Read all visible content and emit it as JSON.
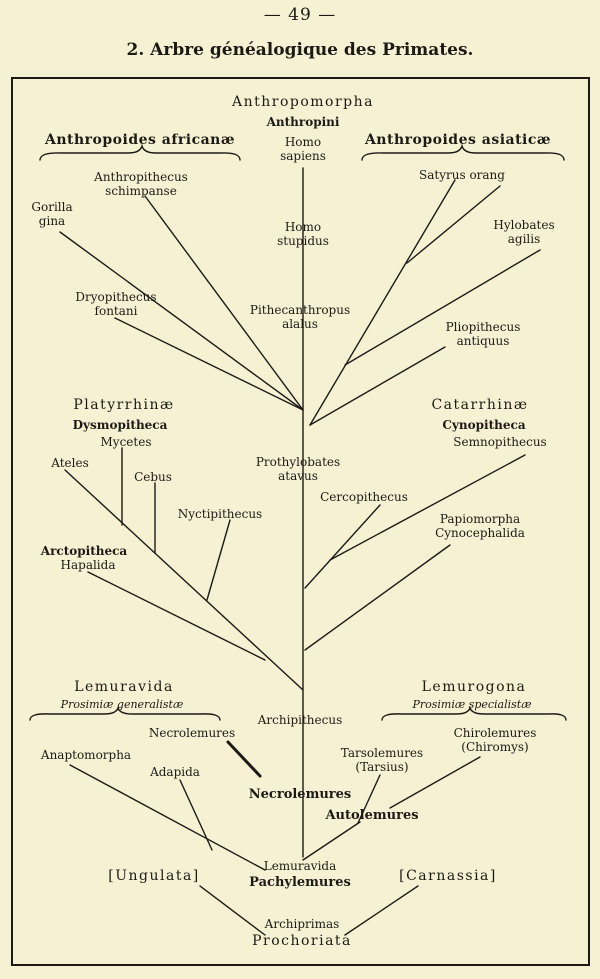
{
  "page": {
    "number": "— 49 —",
    "title": "2. Arbre généalogique des Primates."
  },
  "labels": {
    "anthropomorpha": "Anthropomorpha",
    "anthropini": "Anthropini",
    "homo_sapiens": "Homo sapiens",
    "anthropoides_africanae": "Anthropoides africanæ",
    "anthropoides_asiaticae": "Anthropoides asiaticæ",
    "anthropithecus": "Anthropithecus schimpanse",
    "satyrus": "Satyrus orang",
    "gorilla": "Gorilla gina",
    "hylobates": "Hylobates agilis",
    "homo_stupidus": "Homo stupidus",
    "dryopithecus": "Dryopithecus fontani",
    "pithecanthropus": "Pithecanthropus alalus",
    "pliopithecus": "Pliopithecus antiquus",
    "platyrrhinae": "Platyrrhinæ",
    "catarrhinae": "Catarrhinæ",
    "dysmopitheca": "Dysmopitheca",
    "mycetes": "Mycetes",
    "cynopitheca": "Cynopitheca",
    "semnopithecus": "Semnopithecus",
    "ateles": "Ateles",
    "cebus": "Cebus",
    "prothylobates": "Prothylobates atavus",
    "cercopithecus": "Cercopithecus",
    "nyctipithecus": "Nyctipithecus",
    "papiomorpha": "Papiomorpha Cynocephalida",
    "arctopitheca": "Arctopitheca",
    "hapalida": "Hapalida",
    "lemuravida_group": "Lemuravida",
    "prosimiae_generalistae": "Prosimiæ generalistæ",
    "lemurogona": "Lemurogona",
    "prosimiae_specialistae": "Prosimiæ specialistæ",
    "archipithecus": "Archipithecus",
    "necrolemures_small": "Necrolemures",
    "chirolemures": "Chirolemures (Chiromys)",
    "anaptomorpha": "Anaptomorpha",
    "adapida": "Adapida",
    "tarsolemures": "Tarsolemures (Tarsius)",
    "necrolemures": "Necrolemures",
    "autolemures": "Autolemures",
    "lemuravida": "Lemuravida",
    "pachylemures": "Pachylemures",
    "ungulata": "[Ungulata]",
    "carnassia": "[Carnassia]",
    "archiprimas": "Archiprimas",
    "prochoriata": "Prochoriata"
  }
}
